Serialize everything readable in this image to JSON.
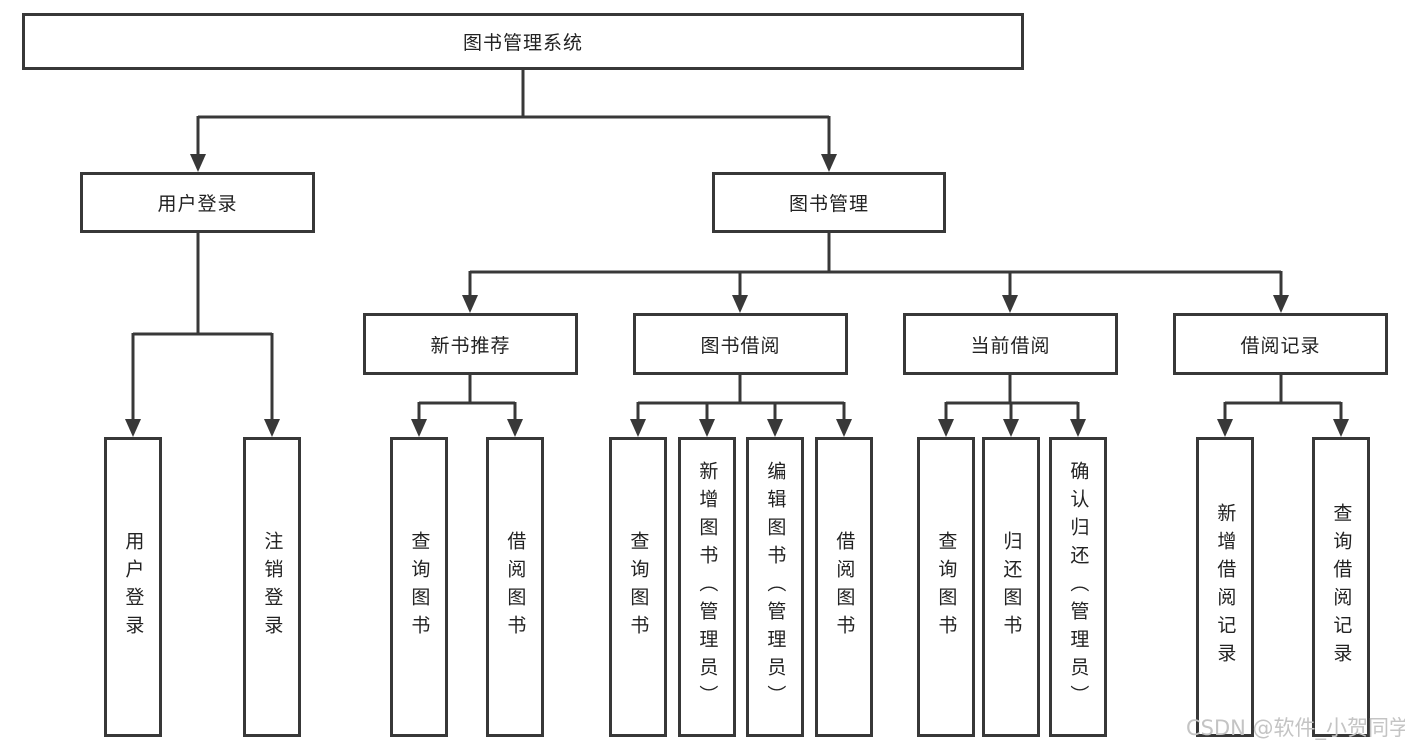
{
  "tree": {
    "root": "图书管理系统",
    "branches": [
      {
        "label": "用户登录",
        "children": [
          "用户登录",
          "注销登录"
        ]
      },
      {
        "label": "图书管理",
        "children": [
          {
            "label": "新书推荐",
            "children": [
              "查询图书",
              "借阅图书"
            ]
          },
          {
            "label": "图书借阅",
            "children": [
              "查询图书",
              "新增图书（管理员）",
              "编辑图书（管理员）",
              "借阅图书"
            ]
          },
          {
            "label": "当前借阅",
            "children": [
              "查询图书",
              "归还图书",
              "确认归还（管理员）"
            ]
          },
          {
            "label": "借阅记录",
            "children": [
              "新增借阅记录",
              "查询借阅记录"
            ]
          }
        ]
      }
    ]
  },
  "watermark": "CSDN @软件_小贺同学",
  "colors": {
    "line": "#383838",
    "box_border": "#383838",
    "text": "#222222",
    "background": "#ffffff",
    "watermark": "#c4c4c4"
  }
}
